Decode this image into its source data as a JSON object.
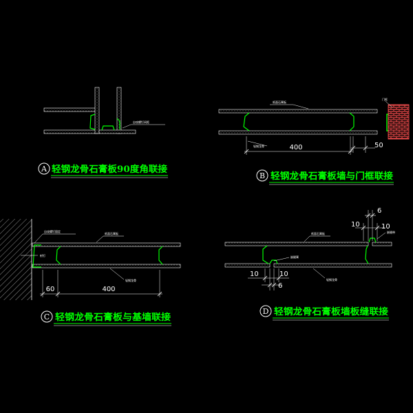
{
  "detail_a": {
    "letter": "A",
    "title": "轻钢龙骨石膏板90度角联接",
    "note": "自攻螺钉间距"
  },
  "detail_b": {
    "letter": "B",
    "title": "轻钢龙骨石膏板墙与门框联接",
    "note_top": "纸面石膏板",
    "note_bottom": "轻钢龙骨",
    "door_frame": "门框",
    "dim_span": "400",
    "dim_gap": "50"
  },
  "detail_c": {
    "letter": "C",
    "title": "轻钢龙骨石膏板与基墙联接",
    "note_left_top": "自攻螺钉固定",
    "note_left_mid": "射钉",
    "note_top": "纸面石膏板",
    "note_bottom": "轻钢龙骨",
    "dim_edge": "60",
    "dim_span": "400"
  },
  "detail_d": {
    "letter": "D",
    "title": "轻钢龙骨石膏板墙板缝联接",
    "note_top": "纸面石膏板",
    "note_mid": "嵌缝膏",
    "note_bottom": "轻钢龙骨",
    "note_right": "嵌缝带",
    "dim_top_gap": "6",
    "dim_top_left": "10",
    "dim_top_right": "10",
    "dim_bot_left": "10",
    "dim_bot_right": "10",
    "dim_bot_gap": "6"
  }
}
